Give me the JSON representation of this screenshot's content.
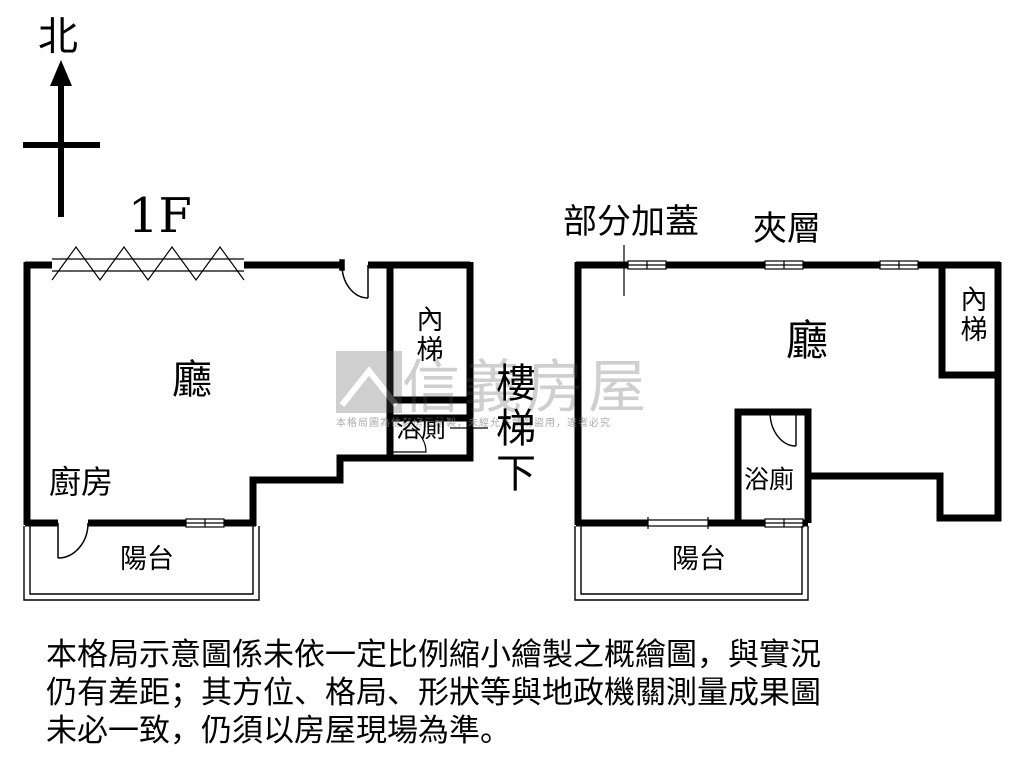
{
  "compass": {
    "label": "北"
  },
  "floor1": {
    "title": "1F",
    "living": "廳",
    "kitchen": "廚房",
    "inner_stair": "內梯",
    "bathroom": "浴廁",
    "stair_down": "樓梯下",
    "balcony": "陽台"
  },
  "mezzanine": {
    "title": "夾層",
    "partial_addition": "部分加蓋",
    "living": "廳",
    "inner_stair": "內梯",
    "bathroom": "浴廁",
    "balcony": "陽台"
  },
  "watermark": {
    "brand": "信義房屋",
    "notice": "本格局圖為信義房屋繪製，未經允許請勿盜用，違者必究"
  },
  "disclaimer": {
    "line1": "本格局示意圖係未依一定比例縮小繪製之概繪圖，與實況",
    "line2": "仍有差距；其方位、格局、形狀等與地政機關測量成果圖",
    "line3": "未必一致，仍須以房屋現場為準。"
  }
}
